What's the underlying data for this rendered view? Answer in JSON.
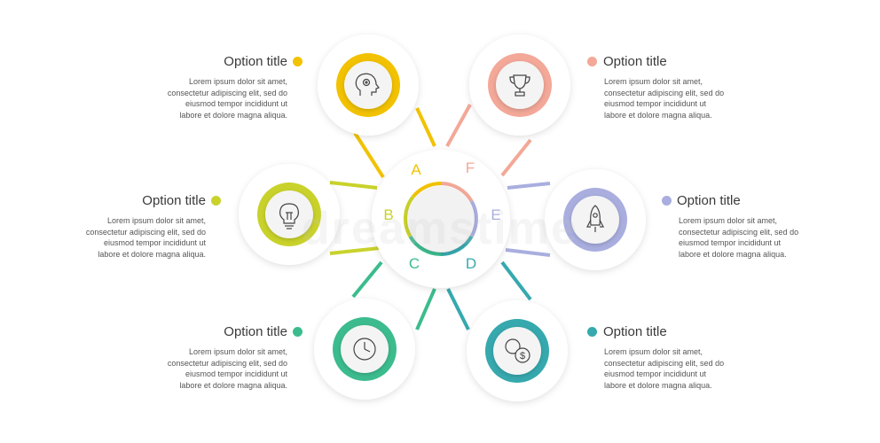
{
  "center": {
    "letters": [
      "A",
      "B",
      "C",
      "D",
      "E",
      "F"
    ]
  },
  "options": [
    {
      "key": "A",
      "title": "Option title",
      "color": "#F2C200",
      "icon": "head-gear-icon",
      "desc": [
        "Lorem ipsum dolor sit amet,",
        "consectetur adipiscing elit, sed do",
        "eiusmod tempor incididunt ut",
        "labore et dolore magna aliqua."
      ]
    },
    {
      "key": "F",
      "title": "Option title",
      "color": "#F3A898",
      "icon": "trophy-icon",
      "desc": [
        "Lorem ipsum dolor sit amet,",
        "consectetur adipiscing elit, sed do",
        "eiusmod tempor incididunt ut",
        "labore et dolore magna aliqua."
      ]
    },
    {
      "key": "B",
      "title": "Option title",
      "color": "#C9D22A",
      "icon": "lightbulb-icon",
      "desc": [
        "Lorem ipsum dolor sit amet,",
        "consectetur adipiscing elit, sed do",
        "eiusmod tempor incididunt ut",
        "labore et dolore magna aliqua."
      ]
    },
    {
      "key": "E",
      "title": "Option title",
      "color": "#A9AEDF",
      "icon": "rocket-icon",
      "desc": [
        "Lorem ipsum dolor sit amet,",
        "consectetur adipiscing elit, sed do",
        "eiusmod tempor incididunt ut",
        "labore et dolore magna aliqua."
      ]
    },
    {
      "key": "C",
      "title": "Option title",
      "color": "#3CBC8E",
      "icon": "clock-icon",
      "desc": [
        "Lorem ipsum dolor sit amet,",
        "consectetur adipiscing elit, sed do",
        "eiusmod tempor incididunt ut",
        "labore et dolore magna aliqua."
      ]
    },
    {
      "key": "D",
      "title": "Option title",
      "color": "#36A9AE",
      "icon": "coins-icon",
      "desc": [
        "Lorem ipsum dolor sit amet,",
        "consectetur adipiscing elit, sed do",
        "eiusmod tempor incididunt ut",
        "labore et dolore magna aliqua."
      ]
    }
  ]
}
